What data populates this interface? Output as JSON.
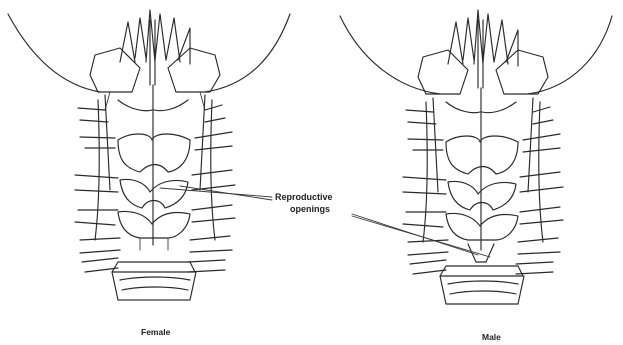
{
  "figure": {
    "labels": {
      "callout_line1": "Reproductive",
      "callout_line2": "openings",
      "left_caption": "Female",
      "right_caption": "Male"
    }
  },
  "colors": {
    "ink": "#2a2a2a",
    "background": "#ffffff"
  }
}
